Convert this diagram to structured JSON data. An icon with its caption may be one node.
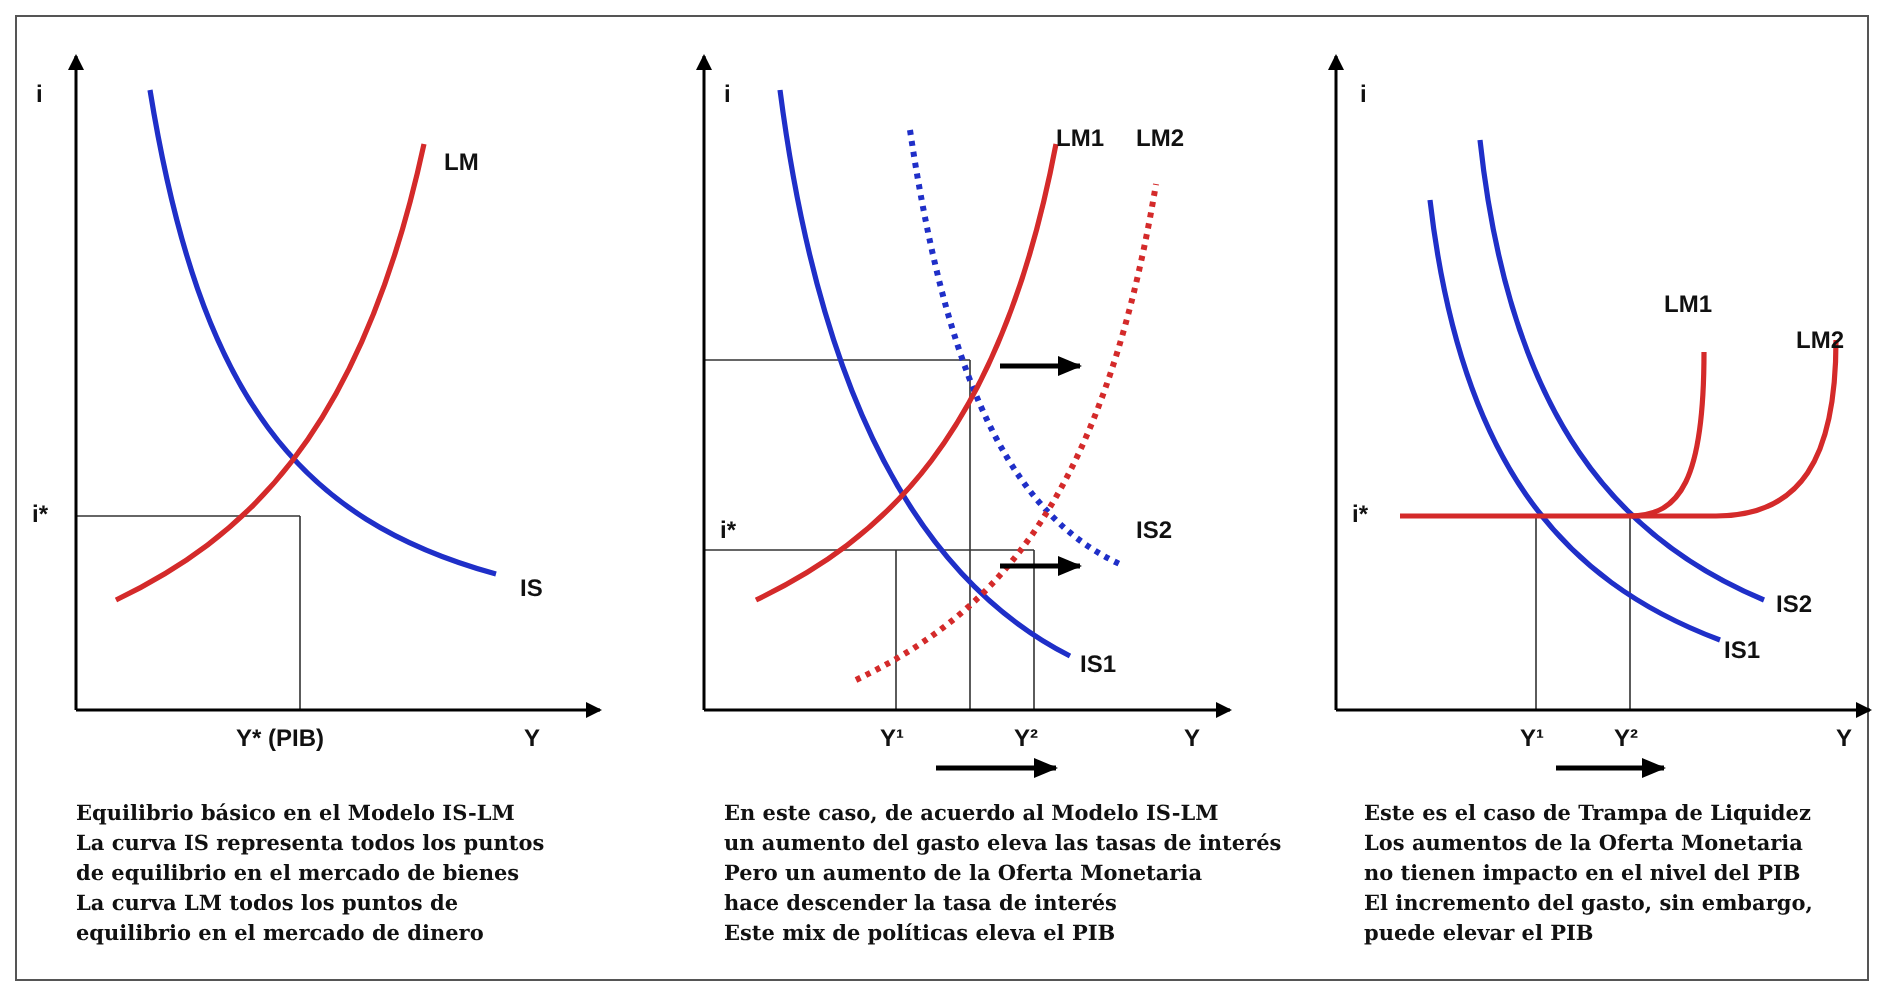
{
  "diagram": {
    "labels": [
      "i",
      "LM",
      "i*",
      "IS",
      "Y* (PIB)",
      "Y",
      "Equilibrio básico en el Modelo IS-LM",
      "La curva IS representa todos los puntos",
      "de equilibrio en el mercado de bienes",
      "La curva LM todos los puntos de",
      "equilibrio en el mercado de dinero",
      "i",
      "LM1",
      "LM2",
      "i*",
      "IS2",
      "IS1",
      "Y¹",
      "Y²",
      "Y",
      "En este caso, de acuerdo al Modelo IS-LM",
      "un aumento del gasto eleva las tasas de interés",
      "Pero un aumento de la Oferta Monetaria",
      "hace descender la tasa de interés",
      "Este mix de políticas eleva el PIB",
      "i",
      "LM1",
      "LM2",
      "i*",
      "IS2",
      "IS1",
      "Y¹",
      "Y²",
      "Y",
      "Este es el caso de Trampa de Liquidez",
      "Los aumentos de la Oferta Monetaria",
      "no tienen impacto en el nivel del PIB",
      "El incremento del gasto, sin embargo,",
      "puede elevar el PIB"
    ]
  }
}
